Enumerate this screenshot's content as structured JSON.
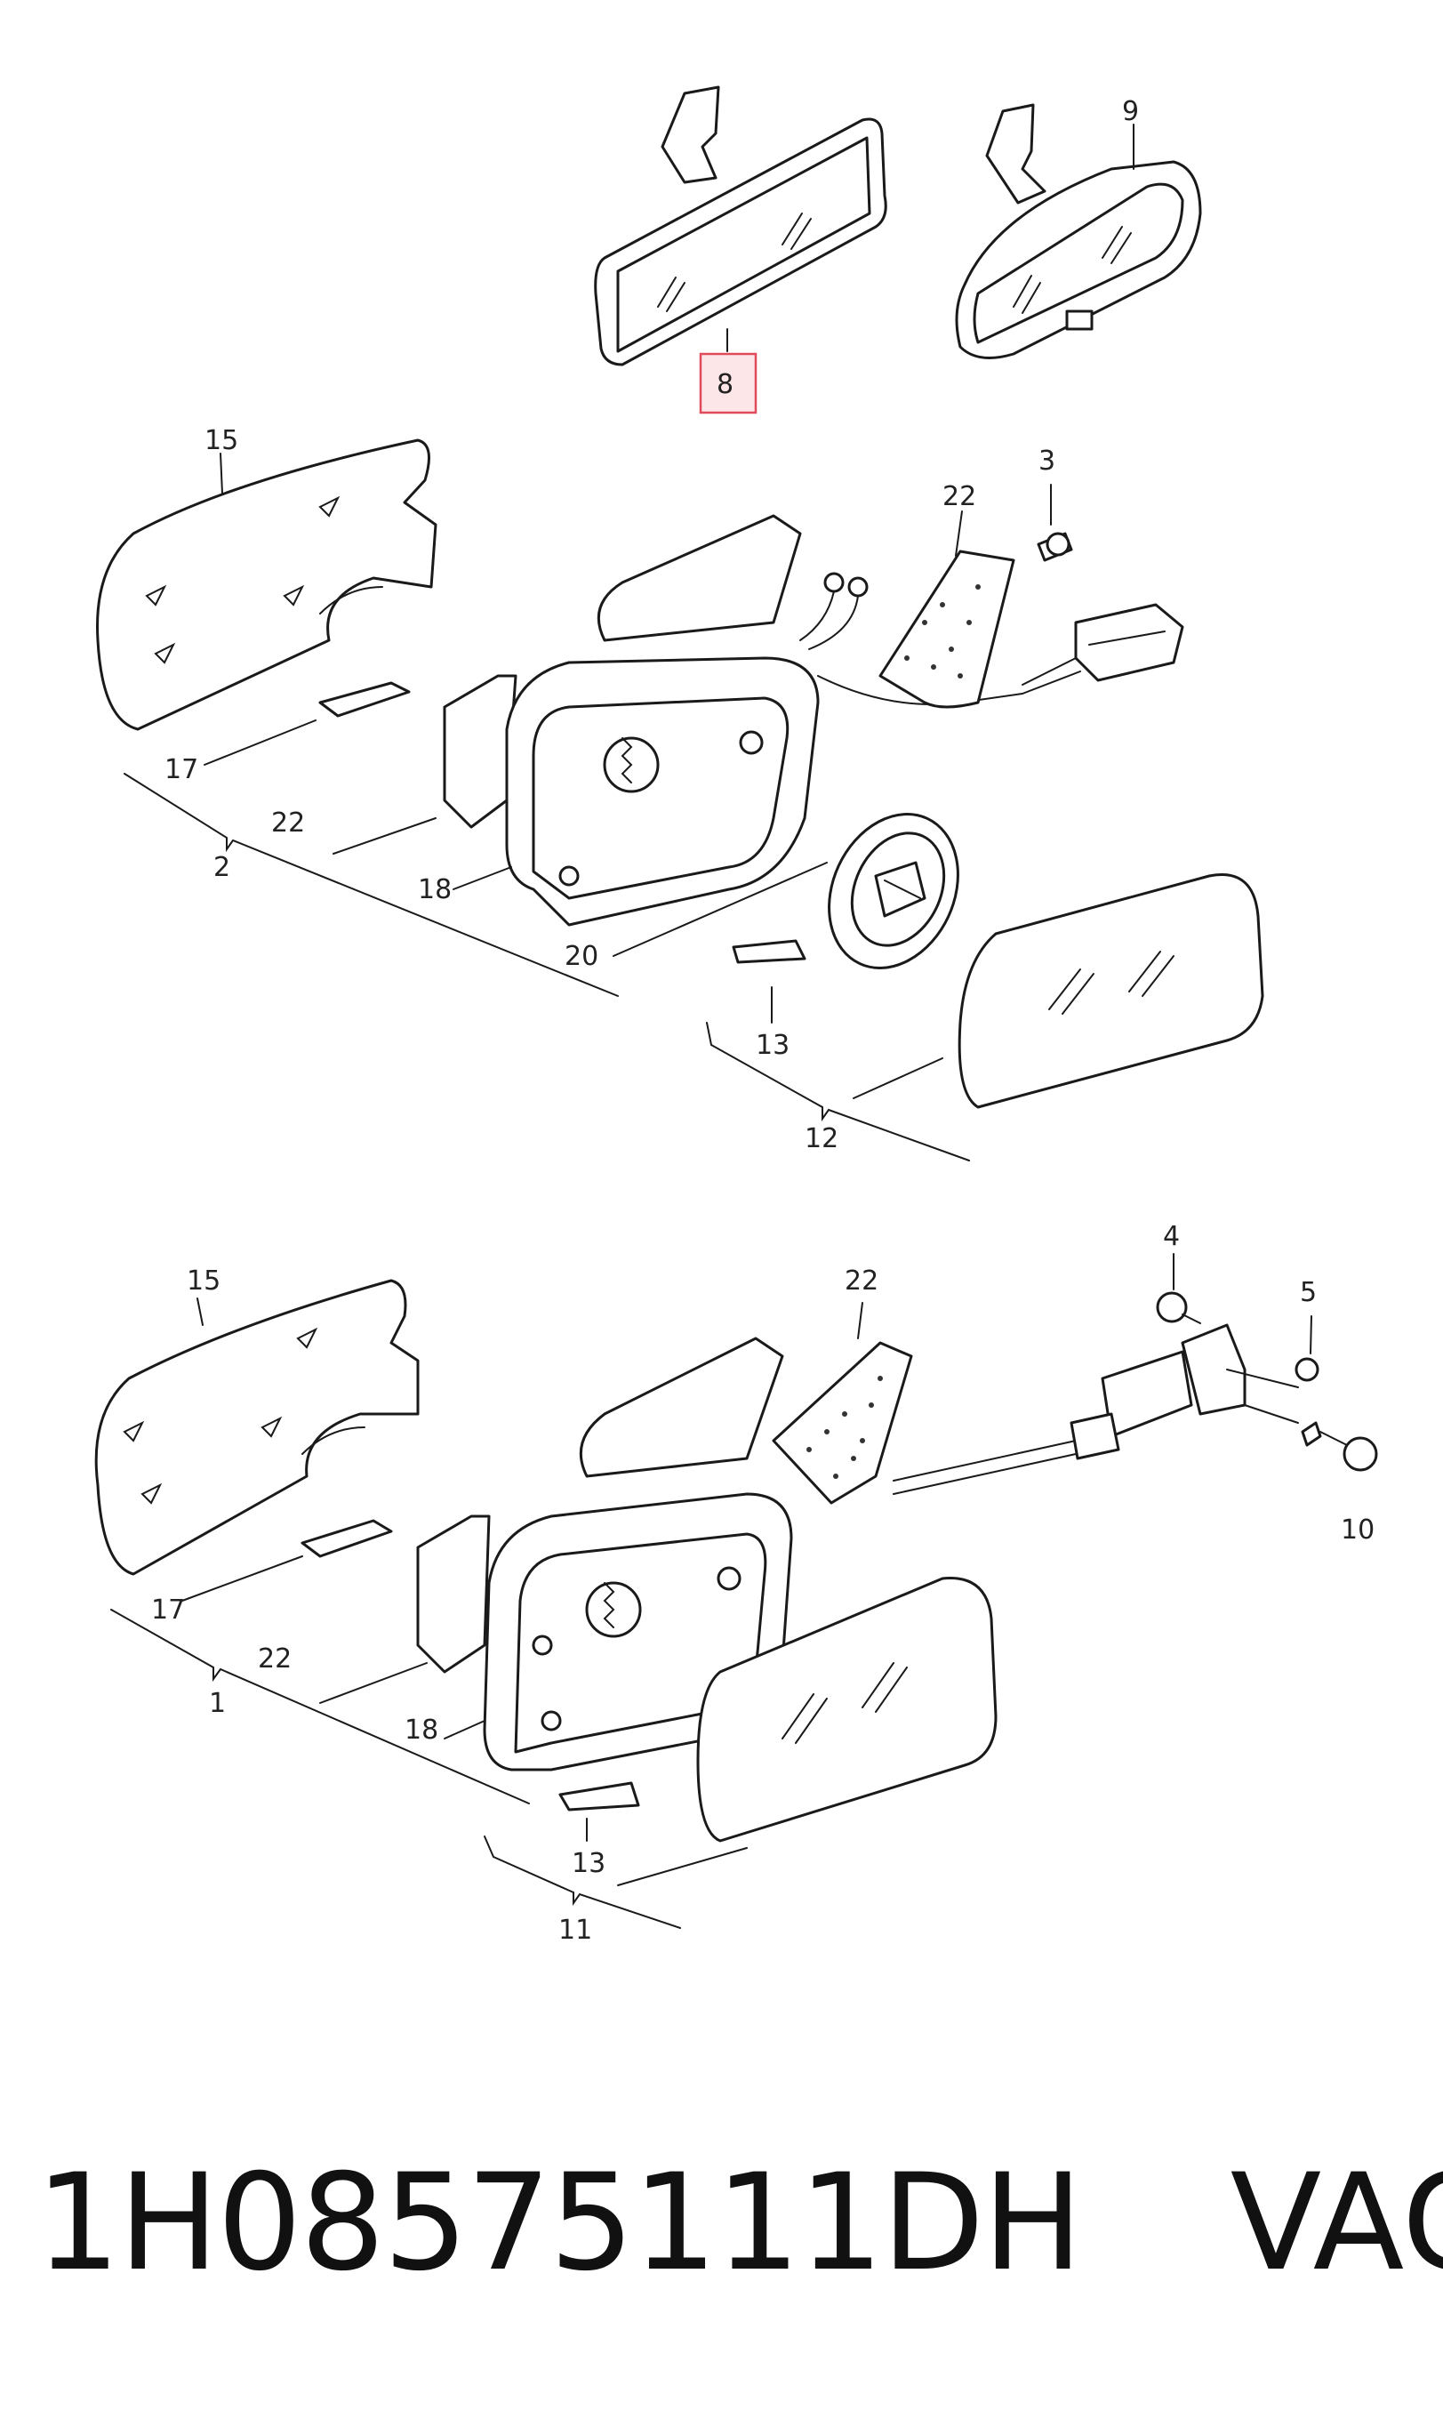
{
  "labels": {
    "l8": "8",
    "l9": "9",
    "l15a": "15",
    "l3": "3",
    "l22a": "22",
    "l22b": "22",
    "l17a": "17",
    "l2": "2",
    "l18a": "18",
    "l20": "20",
    "l13a": "13",
    "l12": "12",
    "l15b": "15",
    "l22c": "22",
    "l4": "4",
    "l5": "5",
    "l10": "10",
    "l17b": "17",
    "l22d": "22",
    "l1": "1",
    "l18b": "18",
    "l13b": "13",
    "l11": "11"
  },
  "highlight": {
    "part": "8",
    "color": "#e04a5a",
    "fill": "#fde6e8"
  },
  "footer": {
    "part_number": "1H08575111DH",
    "brand": "VAG"
  }
}
